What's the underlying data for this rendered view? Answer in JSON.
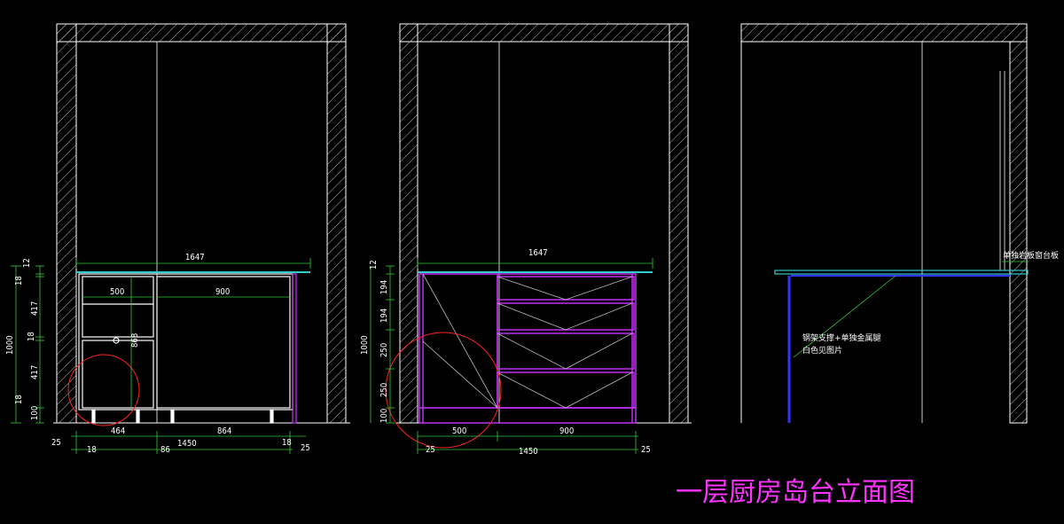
{
  "title": "一层厨房岛台立面图",
  "colors": {
    "background": "#000000",
    "wall": "#ffffff",
    "cabinet_white": "#ffffff",
    "cabinet_magenta": "#cc33ff",
    "counter_top": "#33cccc",
    "dimension_line": "#33cc33",
    "text": "#ffffff",
    "title": "#ff33ff",
    "leg_blue": "#3333ff",
    "marker_red": "#ff2222"
  },
  "views": {
    "left": {
      "top_width": "1647",
      "section_widths": [
        "500",
        "900"
      ],
      "inner_height": "868",
      "vertical_dims": [
        "12",
        "18",
        "417",
        "18",
        "417",
        "18",
        "100"
      ],
      "total_height": "1000",
      "bottom_dims_row1": [
        "25",
        "464",
        "864",
        "18",
        "25"
      ],
      "bottom_dims_row2": [
        "18",
        "86",
        "1450"
      ]
    },
    "middle": {
      "top_width": "1647",
      "vertical_dims": [
        "12",
        "194",
        "194",
        "250",
        "250",
        "100"
      ],
      "total_height": "1000",
      "section_widths": [
        "500",
        "900"
      ],
      "bottom_dims": [
        "25",
        "1450",
        "25"
      ]
    },
    "right": {
      "label_counter": "单独岩板窗台板",
      "label_leg_1": "钢架支撑+单独金属腿",
      "label_leg_2": "白色见图片"
    }
  }
}
